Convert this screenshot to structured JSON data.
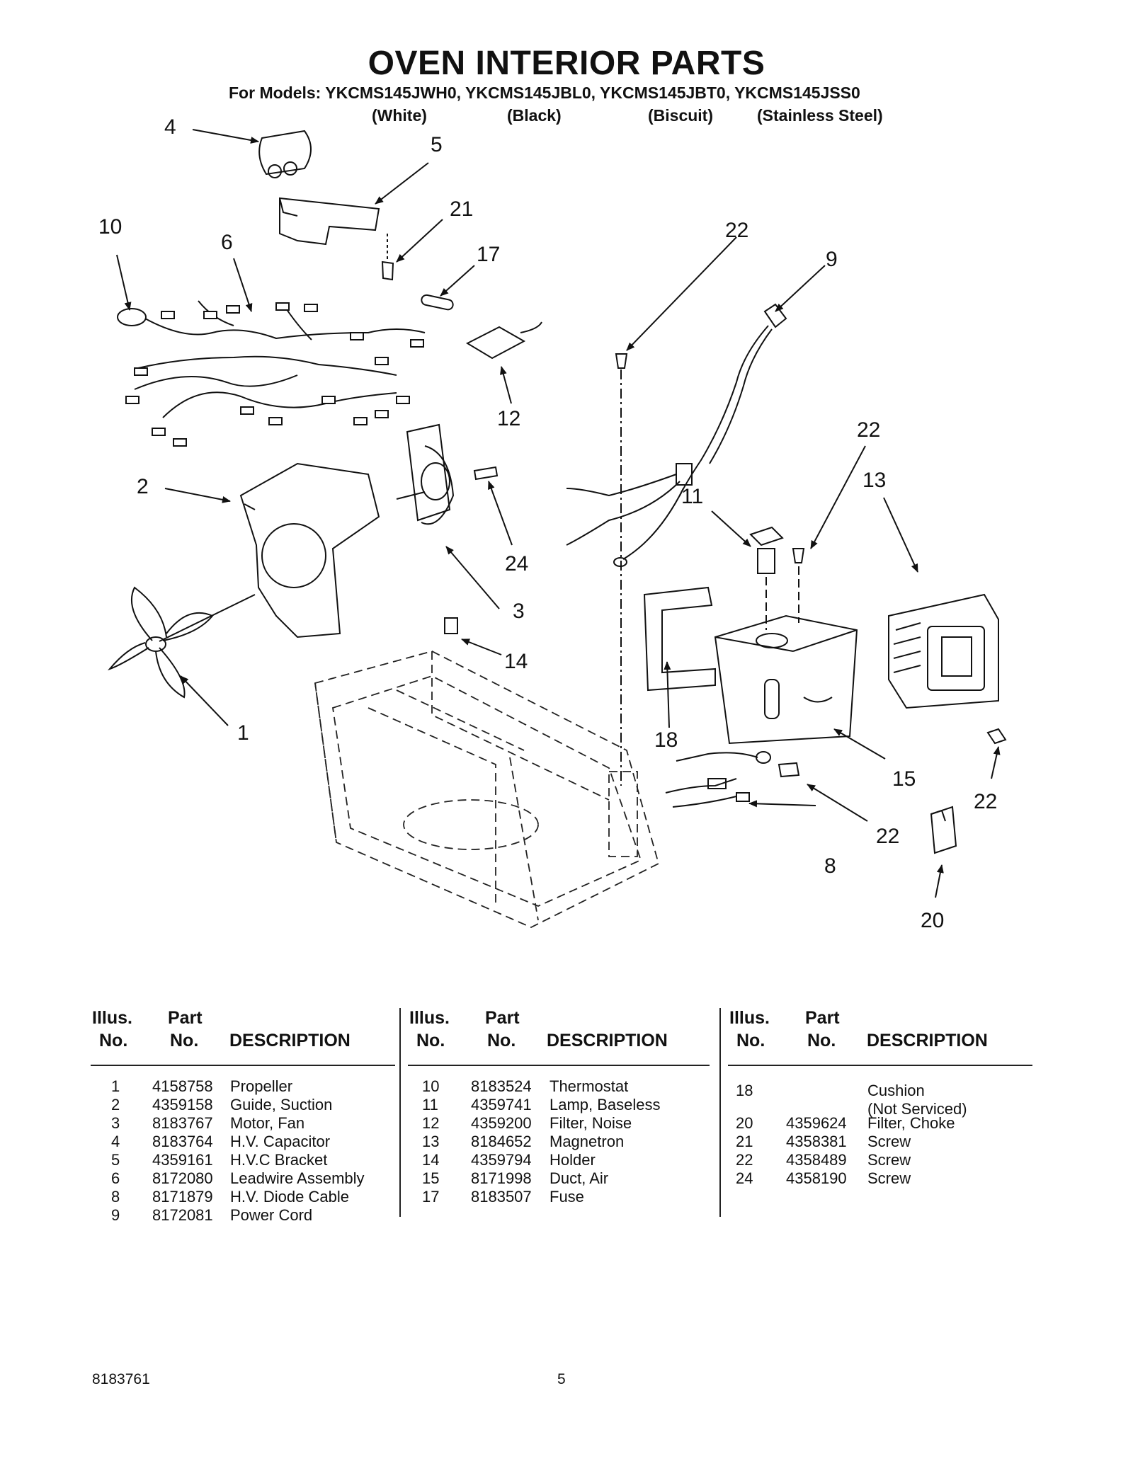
{
  "header": {
    "title": "OVEN INTERIOR PARTS",
    "models_line": "For Models: YKCMS145JWH0, YKCMS145JBL0, YKCMS145JBT0, YKCMS145JSS0",
    "colors": [
      "(White)",
      "(Black)",
      "(Biscuit)",
      "(Stainless Steel)"
    ]
  },
  "callouts": [
    "4",
    "5",
    "21",
    "10",
    "6",
    "17",
    "22",
    "9",
    "12",
    "22",
    "13",
    "2",
    "11",
    "24",
    "3",
    "14",
    "1",
    "18",
    "15",
    "22",
    "22",
    "8",
    "20"
  ],
  "table": {
    "headers": {
      "illus_top": "Illus.",
      "illus_bottom": "No.",
      "part_top": "Part",
      "part_bottom": "No.",
      "description": "DESCRIPTION"
    },
    "columns": [
      [
        {
          "illus": "1",
          "part": "4158758",
          "desc": "Propeller"
        },
        {
          "illus": "2",
          "part": "4359158",
          "desc": "Guide, Suction"
        },
        {
          "illus": "3",
          "part": "8183767",
          "desc": "Motor, Fan"
        },
        {
          "illus": "4",
          "part": "8183764",
          "desc": "H.V. Capacitor"
        },
        {
          "illus": "5",
          "part": "4359161",
          "desc": "H.V.C Bracket"
        },
        {
          "illus": "6",
          "part": "8172080",
          "desc": "Leadwire Assembly"
        },
        {
          "illus": "8",
          "part": "8171879",
          "desc": "H.V. Diode Cable"
        },
        {
          "illus": "9",
          "part": "8172081",
          "desc": "Power Cord"
        }
      ],
      [
        {
          "illus": "10",
          "part": "8183524",
          "desc": "Thermostat"
        },
        {
          "illus": "11",
          "part": "4359741",
          "desc": "Lamp, Baseless"
        },
        {
          "illus": "12",
          "part": "4359200",
          "desc": "Filter, Noise"
        },
        {
          "illus": "13",
          "part": "8184652",
          "desc": "Magnetron"
        },
        {
          "illus": "14",
          "part": "4359794",
          "desc": "Holder"
        },
        {
          "illus": "15",
          "part": "8171998",
          "desc": "Duct, Air"
        },
        {
          "illus": "17",
          "part": "8183507",
          "desc": "Fuse"
        }
      ],
      [
        {
          "illus": "18",
          "part": "",
          "desc": "Cushion",
          "desc2": "(Not Serviced)"
        },
        {
          "illus": "20",
          "part": "4359624",
          "desc": "Filter, Choke"
        },
        {
          "illus": "21",
          "part": "4358381",
          "desc": "Screw"
        },
        {
          "illus": "22",
          "part": "4358489",
          "desc": "Screw"
        },
        {
          "illus": "24",
          "part": "4358190",
          "desc": "Screw"
        }
      ]
    ]
  },
  "footer": {
    "doc_number": "8183761",
    "page_number": "5"
  }
}
